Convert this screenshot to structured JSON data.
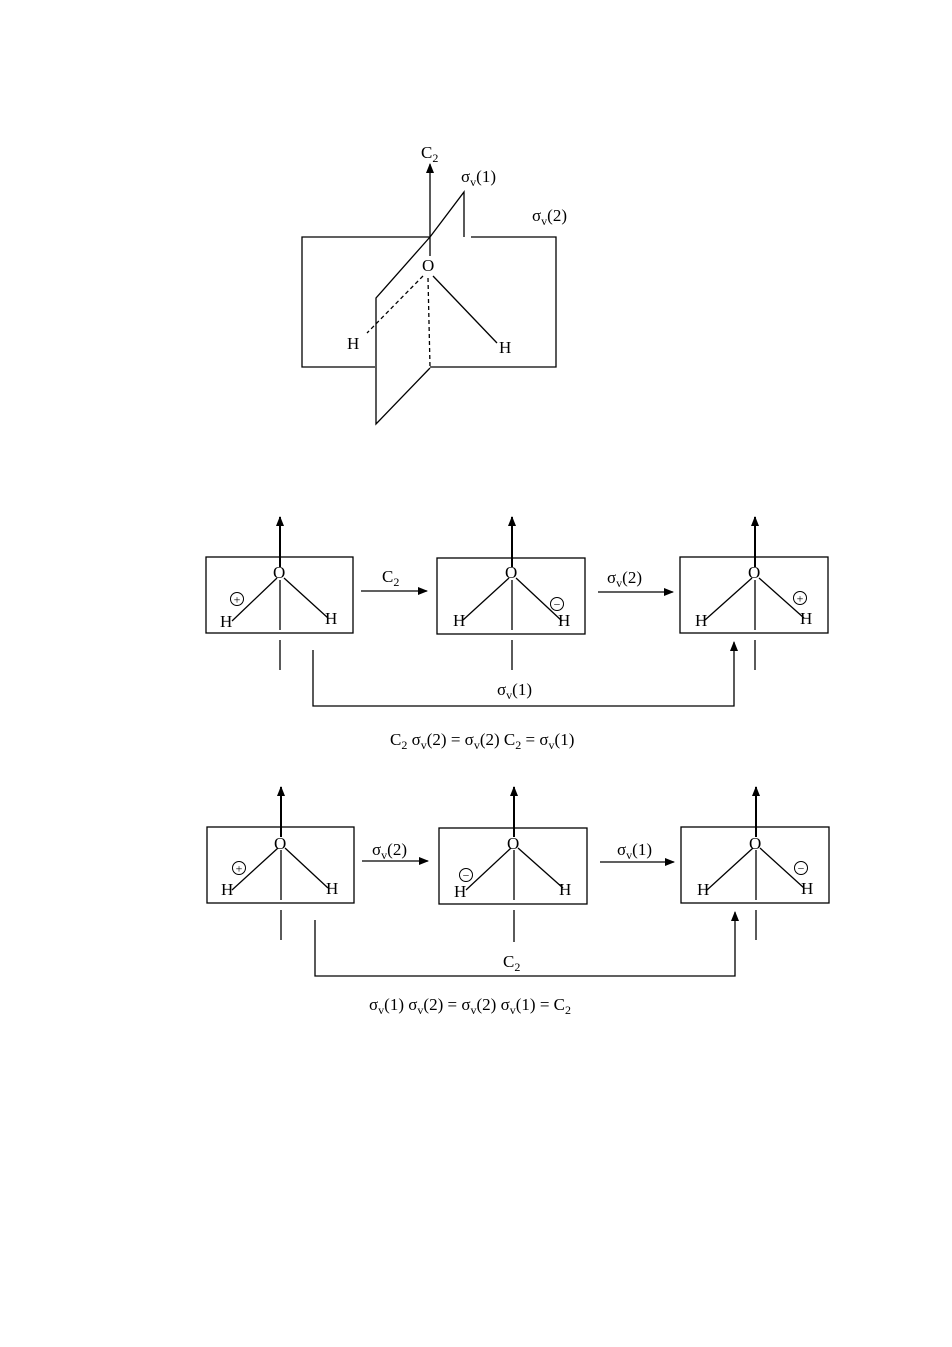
{
  "top_diagram": {
    "axis_label": "C",
    "axis_label_sub": "2",
    "plane1_label": "σ",
    "plane1_label_sub": "v",
    "plane1_label_suffix": "(1)",
    "plane2_label": "σ",
    "plane2_label_sub": "v",
    "plane2_label_suffix": "(2)",
    "atom_o": "O",
    "atom_h_left": "H",
    "atom_h_right": "H"
  },
  "row1": {
    "atom_o": "O",
    "atom_h": "H",
    "charges": [
      "+",
      "−",
      "+"
    ],
    "op_a_main": "C",
    "op_a_sub": "2",
    "op_a_suffix": "",
    "op_b_main": "σ",
    "op_b_sub": "v",
    "op_b_suffix": "(2)",
    "op_c_main": "σ",
    "op_c_sub": "v",
    "op_c_suffix": "(1)",
    "eq": {
      "t1": "C",
      "t1s": "2",
      "t2": " σ",
      "t2s": "v",
      "t2r": "(2)  = σ",
      "t3s": "v",
      "t3r": "(2) C",
      "t4s": "2",
      "t4r": " =  σ",
      "t5s": "v",
      "t5r": "(1)"
    }
  },
  "row2": {
    "atom_o": "O",
    "atom_h": "H",
    "charges": [
      "+",
      "−",
      "−"
    ],
    "op_a_main": "σ",
    "op_a_sub": "v",
    "op_a_suffix": "(2)",
    "op_b_main": "σ",
    "op_b_sub": "v",
    "op_b_suffix": "(1)",
    "op_c_main": "C",
    "op_c_sub": "2",
    "op_c_suffix": "",
    "eq": {
      "t1": "σ",
      "t1s": "v",
      "t1r": "(1) σ",
      "t2s": "v",
      "t2r": "(2)  = σ",
      "t3s": "v",
      "t3r": "(2) σ",
      "t4s": "v",
      "t4r": "(1) = C",
      "t5s": "2"
    }
  }
}
